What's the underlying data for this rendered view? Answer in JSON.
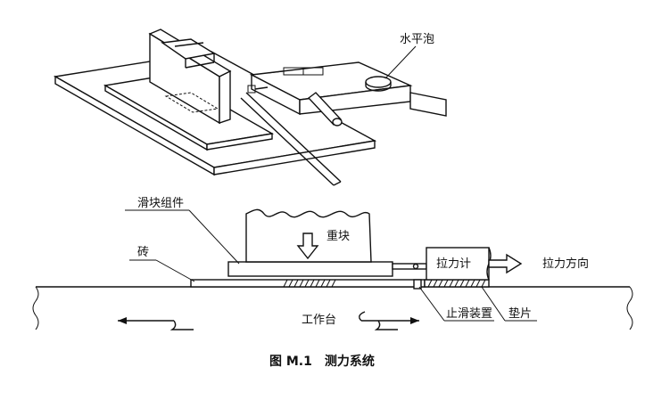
{
  "labels": {
    "bubble_level": "水平泡",
    "slider_assembly": "滑块组件",
    "weight": "重块",
    "brick": "砖",
    "dynamometer": "拉力计",
    "pull_direction": "拉力方向",
    "stop_device": "止滑装置",
    "shim": "垫片",
    "worktable": "工作台"
  },
  "caption": "图 M.1　测力系统"
}
